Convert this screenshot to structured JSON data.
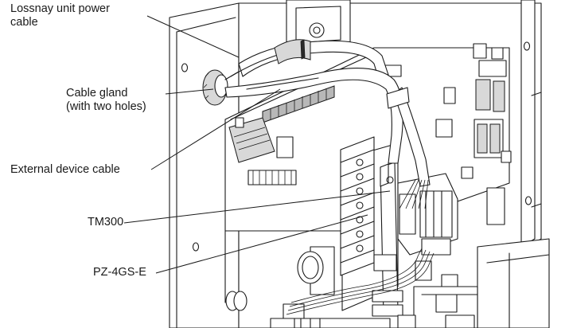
{
  "labels": {
    "power_cable_line1": "Lossnay unit power",
    "power_cable_line2": "cable",
    "cable_gland_line1": "Cable gland",
    "cable_gland_line2": "(with two holes)",
    "external_device_cable": "External device cable",
    "tm300": "TM300",
    "pz_4gs_e": "PZ-4GS-E"
  }
}
